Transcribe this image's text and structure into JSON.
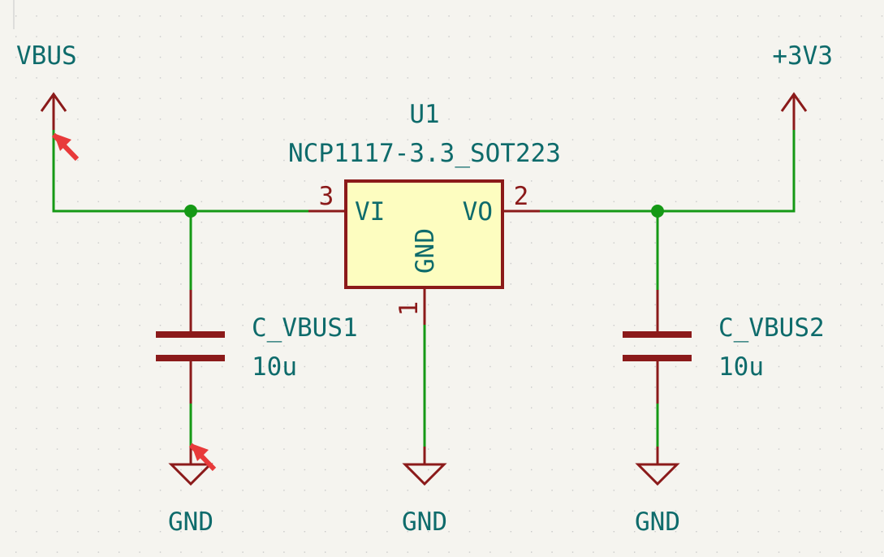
{
  "power": {
    "vbus": "VBUS",
    "v3v3": "+3V3",
    "gnd_left": "GND",
    "gnd_center": "GND",
    "gnd_right": "GND"
  },
  "regulator": {
    "ref": "U1",
    "value": "NCP1117-3.3_SOT223",
    "pin_vi_num": "3",
    "pin_vi_name": "VI",
    "pin_vo_num": "2",
    "pin_vo_name": "VO",
    "pin_gnd_num": "1",
    "pin_gnd_name": "GND"
  },
  "cap_left": {
    "ref": "C_VBUS1",
    "value": "10u"
  },
  "cap_right": {
    "ref": "C_VBUS2",
    "value": "10u"
  },
  "colors": {
    "wire": "#159915",
    "symbol": "#8b1a1a",
    "body_fill": "#fdfdc0",
    "text": "#0e6b6b",
    "junction": "#159915",
    "marker": "#e83a3a",
    "background": "#f5f4ef"
  }
}
